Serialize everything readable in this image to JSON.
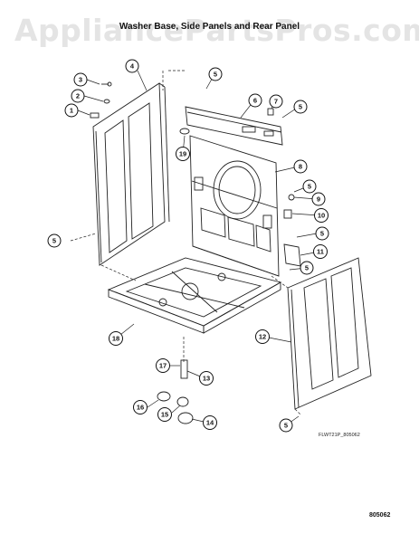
{
  "watermark": "AppliancePartsPros.com",
  "title": "Washer Base, Side Panels and Rear Panel",
  "figure_code": "FLWT21P_805062",
  "page_code": "805062",
  "callouts": [
    "1",
    "2",
    "3",
    "4",
    "5",
    "5",
    "5",
    "5",
    "5",
    "5",
    "5",
    "6",
    "7",
    "8",
    "9",
    "10",
    "11",
    "12",
    "13",
    "14",
    "15",
    "16",
    "17",
    "18",
    "19"
  ]
}
